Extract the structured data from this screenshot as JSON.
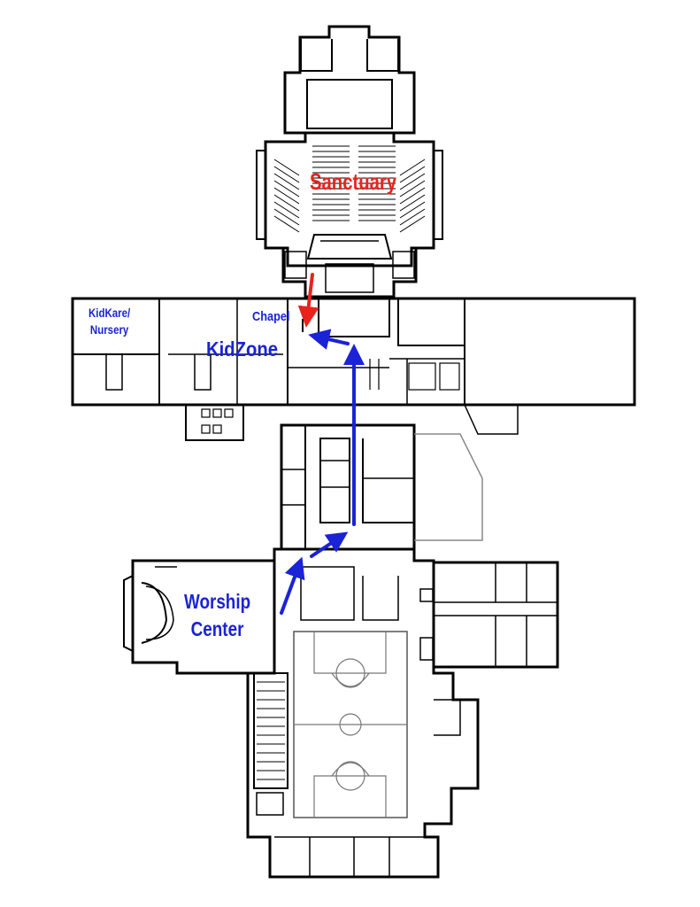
{
  "labels": {
    "sanctuary": "Sanctuary",
    "kidkare_line1": "KidKare/",
    "kidkare_line2": "Nursery",
    "chapel": "Chapel",
    "kidzone": "KidZone",
    "worship_line1": "Worship",
    "worship_line2": "Center"
  },
  "colors": {
    "walls": "#000000",
    "route_blue": "#1a23d6",
    "route_red": "#e8231e",
    "court_line": "#777777"
  },
  "routes": [
    {
      "name": "blue-route",
      "color": "#1a23d6"
    },
    {
      "name": "red-route",
      "color": "#e8231e"
    }
  ]
}
